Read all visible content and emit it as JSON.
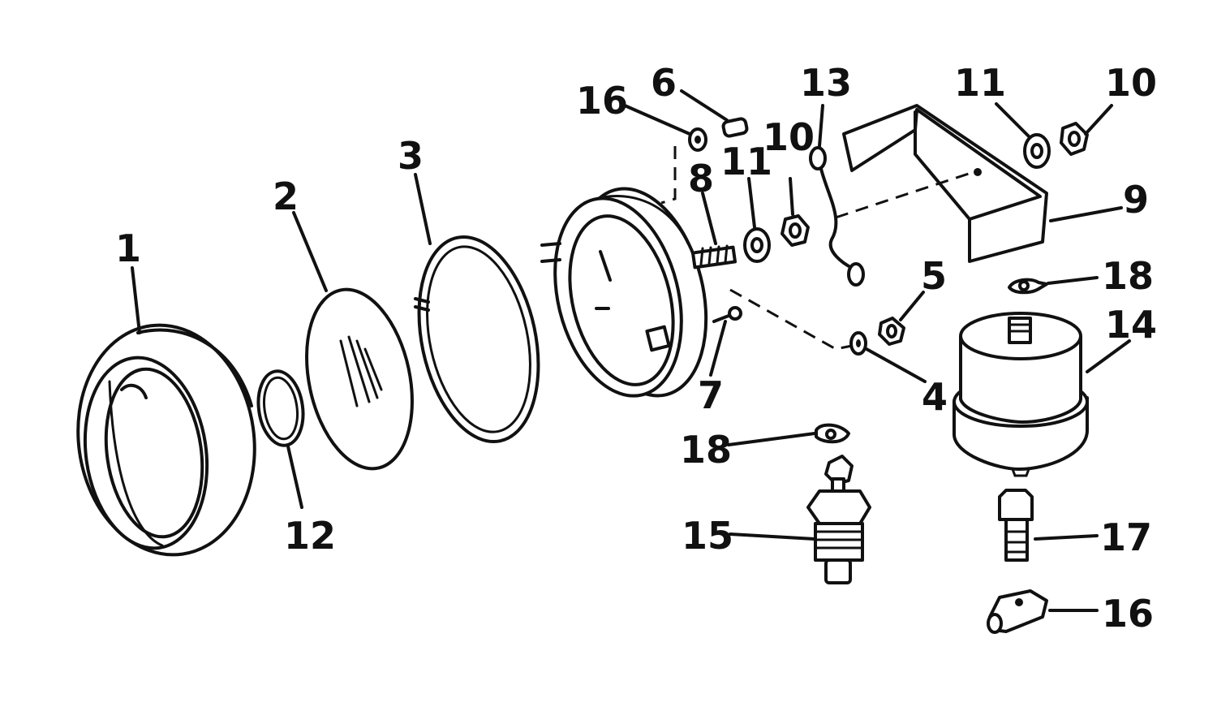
{
  "diagram": {
    "callouts": [
      {
        "id": "c1",
        "label": "1"
      },
      {
        "id": "c2",
        "label": "2"
      },
      {
        "id": "c3",
        "label": "3"
      },
      {
        "id": "c4",
        "label": "4"
      },
      {
        "id": "c5",
        "label": "5"
      },
      {
        "id": "c6",
        "label": "6"
      },
      {
        "id": "c7",
        "label": "7"
      },
      {
        "id": "c8",
        "label": "8"
      },
      {
        "id": "c9",
        "label": "9"
      },
      {
        "id": "c10a",
        "label": "10"
      },
      {
        "id": "c10b",
        "label": "10"
      },
      {
        "id": "c11a",
        "label": "11"
      },
      {
        "id": "c11b",
        "label": "11"
      },
      {
        "id": "c12",
        "label": "12"
      },
      {
        "id": "c13",
        "label": "13"
      },
      {
        "id": "c14",
        "label": "14"
      },
      {
        "id": "c15",
        "label": "15"
      },
      {
        "id": "c16a",
        "label": "16"
      },
      {
        "id": "c16b",
        "label": "16"
      },
      {
        "id": "c17",
        "label": "17"
      },
      {
        "id": "c18a",
        "label": "18"
      },
      {
        "id": "c18b",
        "label": "18"
      }
    ]
  }
}
